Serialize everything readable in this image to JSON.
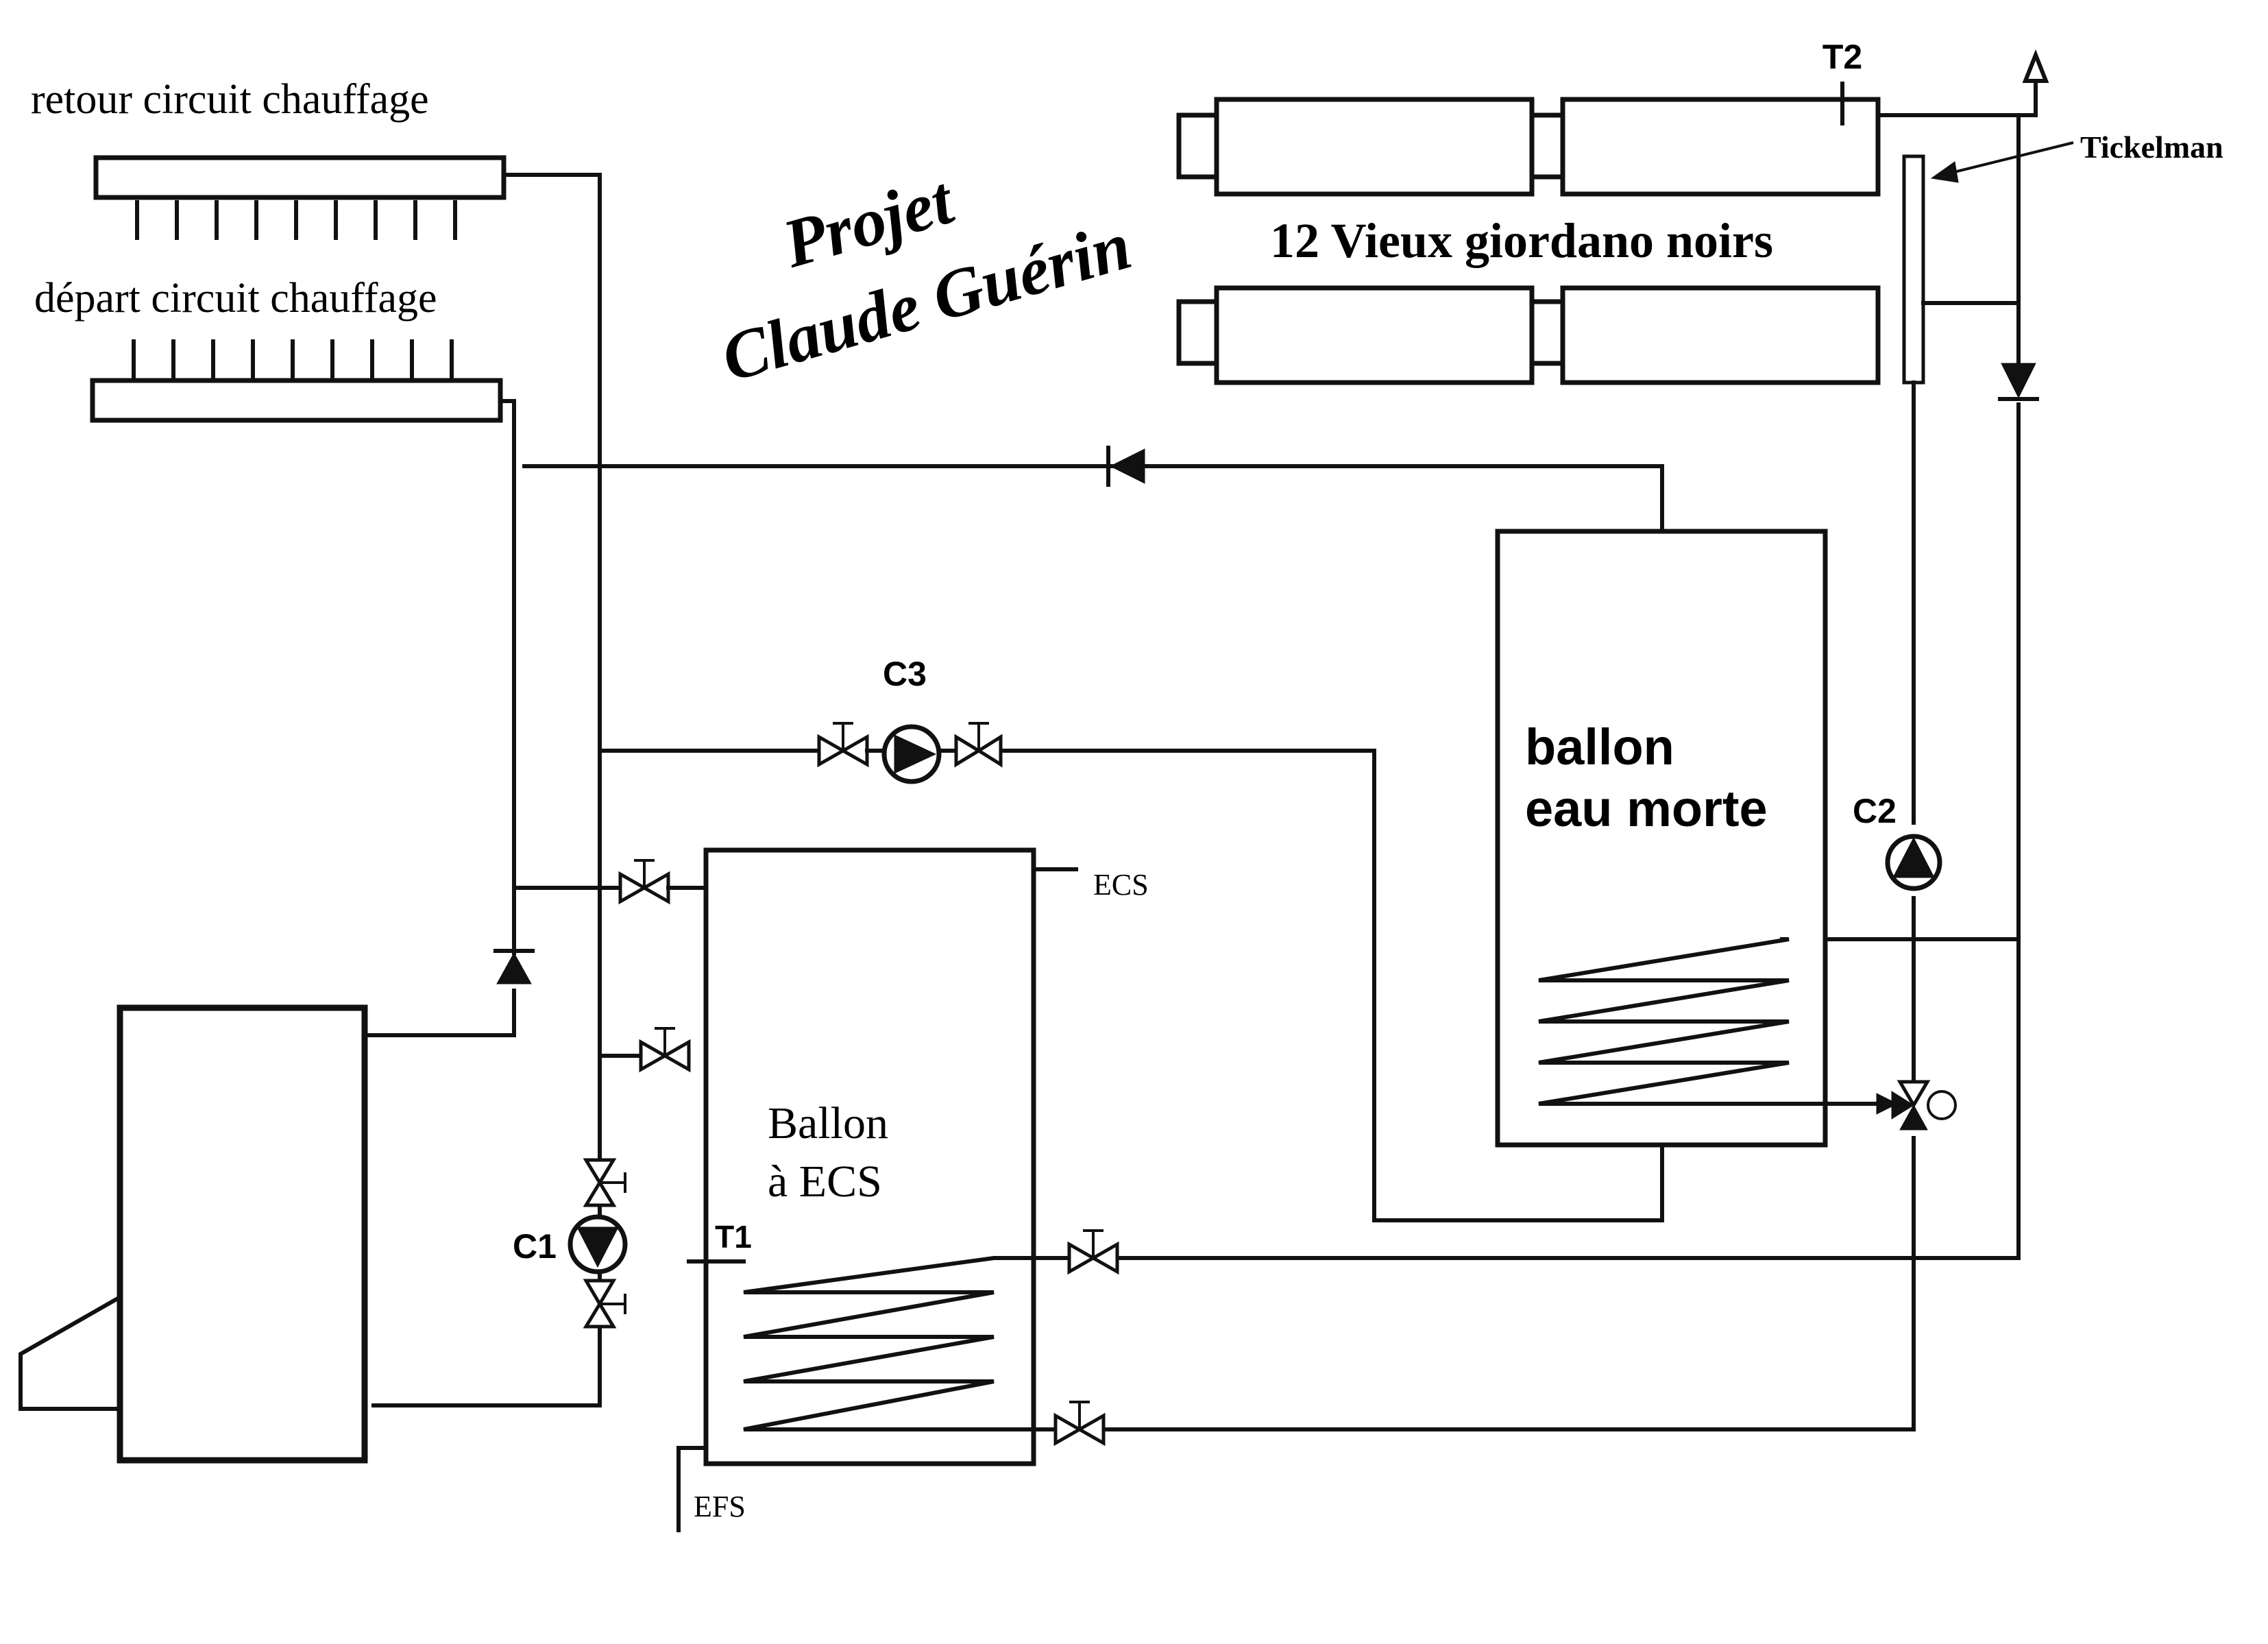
{
  "title_line1": "Projet",
  "title_line2": "Claude Guérin",
  "labels": {
    "retour": "retour circuit chauffage",
    "depart": "départ circuit chauffage",
    "collectors": "12 Vieux giordano noirs",
    "tickelman": "Tickelman",
    "t2": "T2",
    "t1": "T1",
    "c1": "C1",
    "c2": "C2",
    "c3": "C3",
    "ecs": "ECS",
    "efs": "EFS",
    "ballon_ecs_line1": "Ballon",
    "ballon_ecs_line2": "à ECS",
    "ballon_morte_line1": "ballon",
    "ballon_morte_line2": "eau morte"
  },
  "colors": {
    "ink": "#111111",
    "background": "#ffffff"
  }
}
